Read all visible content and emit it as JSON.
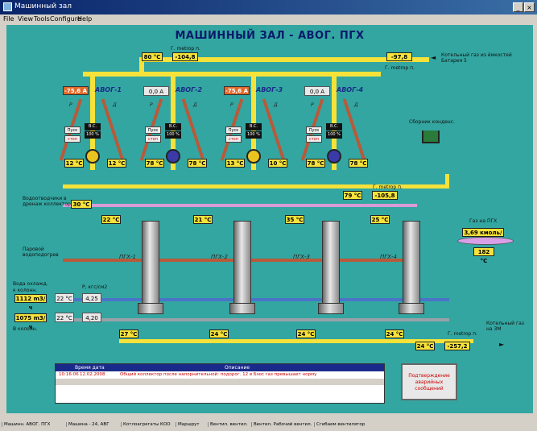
{
  "window": {
    "title": "Машинный зал",
    "min": "_",
    "close": "×"
  },
  "menu": [
    "File",
    "View",
    "Tools",
    "Configure",
    "Help"
  ],
  "screen": {
    "title": "МАШИННЫЙ ЗАЛ - АВОГ. ПГХ",
    "top_pipe": {
      "val_80": "80 °C",
      "val_104": "-104,8",
      "val_97": "-97,8",
      "label_top": "Г. metrop п.",
      "label_right": "Г. metrop п.",
      "from_label": "Котельный газ из ёмкостей Батарея 5"
    },
    "fans": [
      {
        "name": "АВОГ-1",
        "current": "-75,6 A",
        "pusk": "Пуск",
        "stop": "стоп",
        "t1": "12 °C",
        "t2": "12 °C",
        "d1": "B.C.",
        "d2": "100 %"
      },
      {
        "name": "АВОГ-2",
        "current": "0,0 A",
        "pusk": "Пуск",
        "stop": "стоп",
        "t1": "78 °C",
        "t2": "78 °C",
        "d1": "B.C.",
        "d2": "100 %"
      },
      {
        "name": "АВОГ-3",
        "current": "-75,6 A",
        "pusk": "Пуск",
        "stop": "стоп",
        "t1": "13 °C",
        "t2": "10 °C",
        "d1": "B.C.",
        "d2": "100 %"
      },
      {
        "name": "АВОГ-4",
        "current": "0,0 A",
        "pusk": "Пуск",
        "stop": "стоп",
        "t1": "78 °C",
        "t2": "78 °C",
        "d1": "B.C.",
        "d2": "100 %"
      }
    ],
    "fan_unit_labels": {
      "p": "P",
      "d": "Д"
    },
    "tank_label": "Сборник конденс.",
    "mid_pipe": {
      "val_79": "79 °C",
      "val_105": "-105,8",
      "label": "Г. metrop п."
    },
    "left_labels": {
      "vapor_out": "Водоотводчики в дренаж коллектор",
      "v30": "30 °C",
      "steam_in": "Паровой водоподогрев",
      "water_header": "Вода охлажд.",
      "to_col": "к колонн.",
      "p_header": "P, кгс/см2",
      "return_header": "В колонн."
    },
    "columns": [
      {
        "name": "ПГХ-1",
        "top": "22 °C",
        "bottom": "27 °C"
      },
      {
        "name": "ПГХ-2",
        "top": "21 °C",
        "bottom": "24 °C"
      },
      {
        "name": "ПГХ-3",
        "top": "35 °C",
        "bottom": "24 °C"
      },
      {
        "name": "ПГХ-4",
        "top": "25 °C",
        "bottom": "24 °C"
      }
    ],
    "water_rows": [
      {
        "flow": "1112 m3/ч",
        "temp": "22 °C",
        "pressure": "4,25"
      },
      {
        "flow": "1075 m3/ч",
        "temp": "22 °C",
        "pressure": "4,20"
      }
    ],
    "gas_to_pgh": {
      "label": "Газ на ПГХ",
      "flow": "3,69 кмоль/ч",
      "temp": "182 °C"
    },
    "bottom_pipe": {
      "val_24": "24 °C",
      "val_257": "-257,2",
      "label": "Г. metrop п.",
      "out_label": "Котельный газ на ЗМ"
    },
    "alarms": {
      "col_time": "Время дата",
      "col_desc": "Описание",
      "rows": [
        {
          "time": "10:16:06",
          "date": "12.02.2008",
          "text": "Общий коллектор после напорнительной: подорог. 12 в Бэос газ превышает норму"
        }
      ]
    },
    "ack_button": [
      "Подтверждение",
      "аварийных",
      "сообщений"
    ]
  },
  "status_bar": [
    "Машинн. АВОГ. ПГХ",
    "Машина - 24, АВГ",
    "Котлоагрегаты КОО",
    "Маршрут",
    "Вентил. вентил.",
    "Вентил. Рабочий вентил.",
    "Сгибаем вентилятор"
  ],
  "colors": {
    "background": "#33a6a1",
    "pipe_yellow": "#f6e23a",
    "pipe_brown": "#b85a3a",
    "title": "#0a1a6a"
  }
}
